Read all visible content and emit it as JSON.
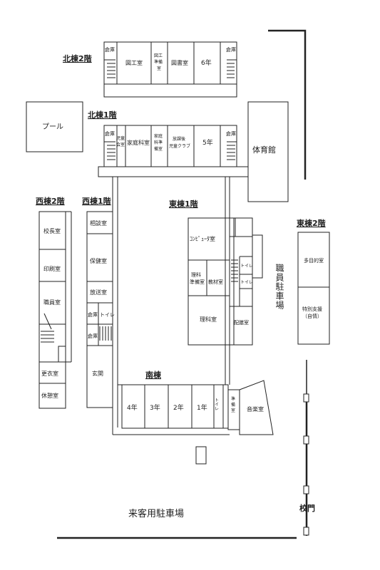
{
  "floors": {
    "north2": "北棟2階",
    "north1": "北棟1階",
    "west2": "西棟2階",
    "west1": "西棟1階",
    "east1": "東棟1階",
    "east2": "東棟2階",
    "south": "南棟"
  },
  "rooms": {
    "n2_storage_left": "倉庫",
    "n2_art_room": "図工室",
    "n2_art_prep_1": "図工",
    "n2_art_prep_2": "準備",
    "n2_art_prep_3": "室",
    "n2_library": "図書室",
    "n2_grade6": "6年",
    "n2_storage_right": "倉庫",
    "pool": "プール",
    "gym": "体育館",
    "n1_storage_left": "倉庫",
    "n1_kodomo_1": "児童",
    "n1_kodomo_2": "会室",
    "n1_home_ec": "家庭科室",
    "n1_home_prep_1": "家庭",
    "n1_home_prep_2": "科準",
    "n1_home_prep_3": "備室",
    "n1_afterschool_1": "放課後",
    "n1_afterschool_2": "児童クラブ",
    "n1_grade5": "5年",
    "n1_storage_right": "倉庫",
    "w2_principal": "校長室",
    "w2_printing": "印刷室",
    "w2_staff": "職員室",
    "w2_locker": "更衣室",
    "w2_rest": "休憩室",
    "w1_counseling": "相談室",
    "w1_health": "保健室",
    "w1_broadcast": "放送室",
    "w1_storage": "倉庫",
    "w1_toilet": "トイレ",
    "w1_storage2": "倉庫",
    "w1_entrance": "玄関",
    "e1_computer": "ｺﾝﾋﾟｭｰﾀ室",
    "e1_sci_prep_1": "理科",
    "e1_sci_prep_2": "準備室",
    "e1_materials": "教材室",
    "e1_science": "理科室",
    "e1_toilet1": "トイレ",
    "e1_toilet2": "トイレ",
    "e1_distribution": "配膳室",
    "staff_parking": "職員駐車場",
    "e2_multipurpose": "多目的室",
    "e2_special_1": "特別支援",
    "e2_special_2": "（自情）",
    "s_grade4": "4年",
    "s_grade3": "3年",
    "s_grade2": "2年",
    "s_grade1": "1年",
    "s_toilet": "トイレ",
    "s_prep_1": "準",
    "s_prep_2": "備",
    "s_prep_3": "室",
    "s_music": "音楽室",
    "visitor_parking": "来客用駐車場",
    "school_gate": "校門"
  }
}
